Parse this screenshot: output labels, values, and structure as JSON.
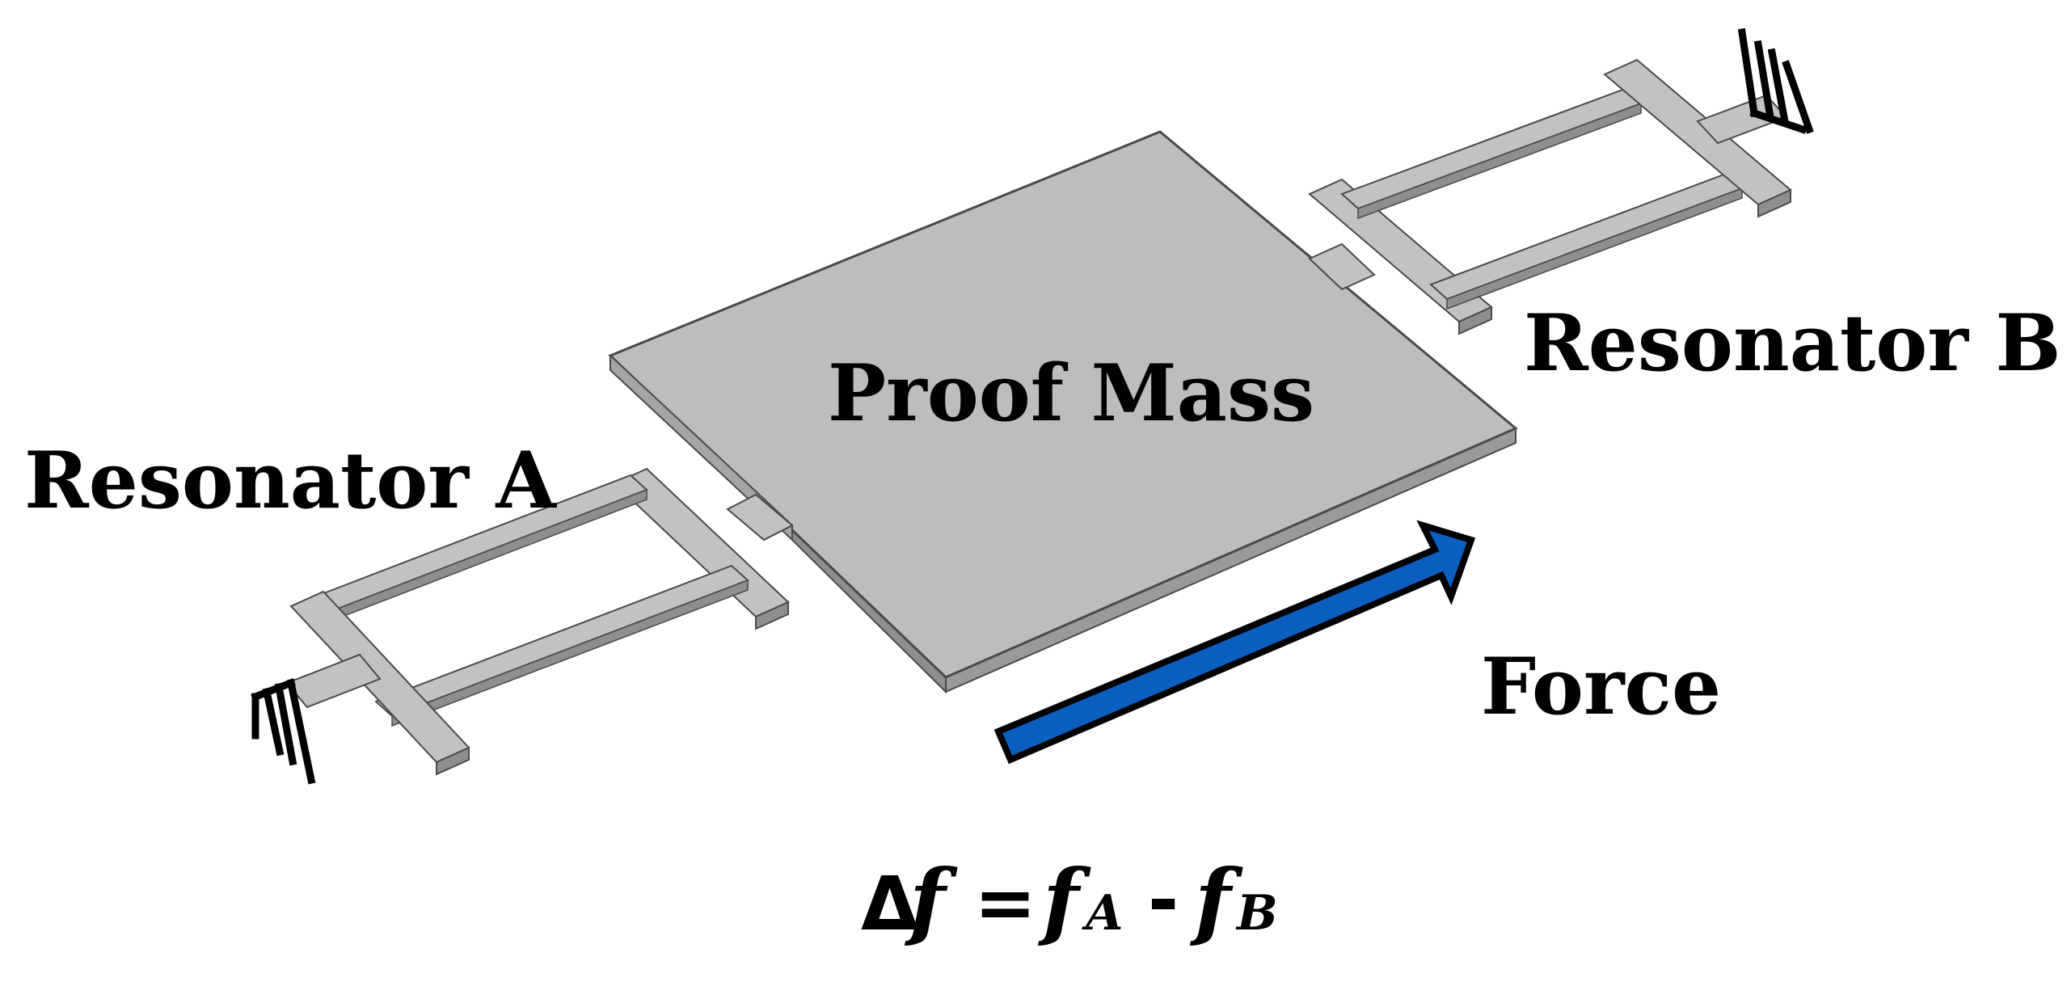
{
  "labels": {
    "proof_mass": "Proof Mass",
    "resonator_a": "Resonator A",
    "resonator_b": "Resonator B",
    "force": "Force"
  },
  "equation": {
    "delta": "Δ",
    "f": "f",
    "equals": "=",
    "minus": "-",
    "sub_a": "A",
    "sub_b": "B"
  },
  "colors": {
    "structure_fill": "#bdbdbd",
    "structure_side": "#8a8a8a",
    "structure_stroke": "#4a4a4a",
    "force_arrow": "#0b5fbf",
    "anchor": "#000000"
  }
}
